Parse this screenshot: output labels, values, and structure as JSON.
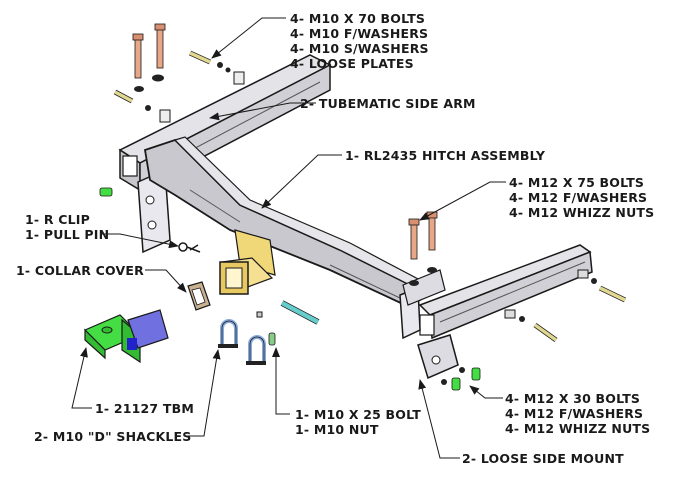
{
  "diagram": {
    "labels": {
      "upper_bolts": [
        "4- M10 X 70 BOLTS",
        "4- M10 F/WASHERS",
        "4- M10 S/WASHERS",
        "4- LOOSE PLATES"
      ],
      "side_arm": [
        "2- TUBEMATIC SIDE ARM"
      ],
      "hitch": [
        "1- RL2435 HITCH ASSEMBLY"
      ],
      "m12_75": [
        "4- M12 X 75 BOLTS",
        "4- M12 F/WASHERS",
        "4- M12 WHIZZ NUTS"
      ],
      "clip": [
        "1- R CLIP",
        "1- PULL PIN"
      ],
      "collar": [
        "1- COLLAR COVER"
      ],
      "tbm": [
        "1- 21127 TBM"
      ],
      "shackles": [
        "2- M10 \"D\" SHACKLES"
      ],
      "m10_25": [
        "1- M10 X 25 BOLT",
        "1- M10 NUT"
      ],
      "loose_mount": [
        "2- LOOSE SIDE MOUNT"
      ],
      "m12_30": [
        "4- M12 X 30 BOLTS",
        "4- M12 F/WASHERS",
        "4- M12 WHIZZ NUTS"
      ]
    },
    "colors": {
      "steel": "#d8d8dc",
      "steel_dark": "#a9a9b0",
      "outline": "#1a1a1a",
      "receiver": "#f0d878",
      "bolt_copper": "#e8a888",
      "bolt_brass": "#e0d890",
      "green": "#44dd44",
      "tbm_blue": "#7070e0",
      "shackle_blue": "#88aadd",
      "pin_cyan": "#66cccc",
      "collar": "#c8b090"
    }
  }
}
